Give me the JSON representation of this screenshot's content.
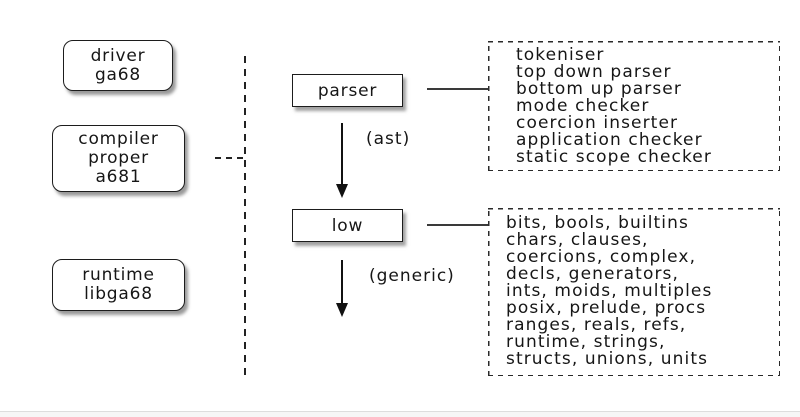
{
  "colors": {
    "ink": "#161616",
    "background": "#ffffff"
  },
  "left_boxes": [
    {
      "id": "driver",
      "lines": [
        "driver",
        "ga68"
      ]
    },
    {
      "id": "compiler",
      "lines": [
        "compiler",
        "proper",
        "a681"
      ]
    },
    {
      "id": "runtime",
      "lines": [
        "runtime",
        "libga68"
      ]
    }
  ],
  "stages": [
    {
      "id": "parser",
      "label": "parser"
    },
    {
      "id": "low",
      "label": "low"
    }
  ],
  "arrow_labels": {
    "ast": "(ast)",
    "generic": "(generic)"
  },
  "detail_boxes": [
    {
      "id": "parser-components",
      "lines": [
        "tokeniser",
        "top down parser",
        "bottom up parser",
        "mode checker",
        "coercion inserter",
        "application checker",
        "static scope checker"
      ]
    },
    {
      "id": "low-modules",
      "lines": [
        "bits, bools, builtins",
        "chars, clauses,",
        "coercions, complex,",
        "decls, generators,",
        "ints, moids, multiples",
        "posix, prelude, procs",
        "ranges, reals, refs,",
        "runtime, strings,",
        "structs, unions, units"
      ]
    }
  ]
}
